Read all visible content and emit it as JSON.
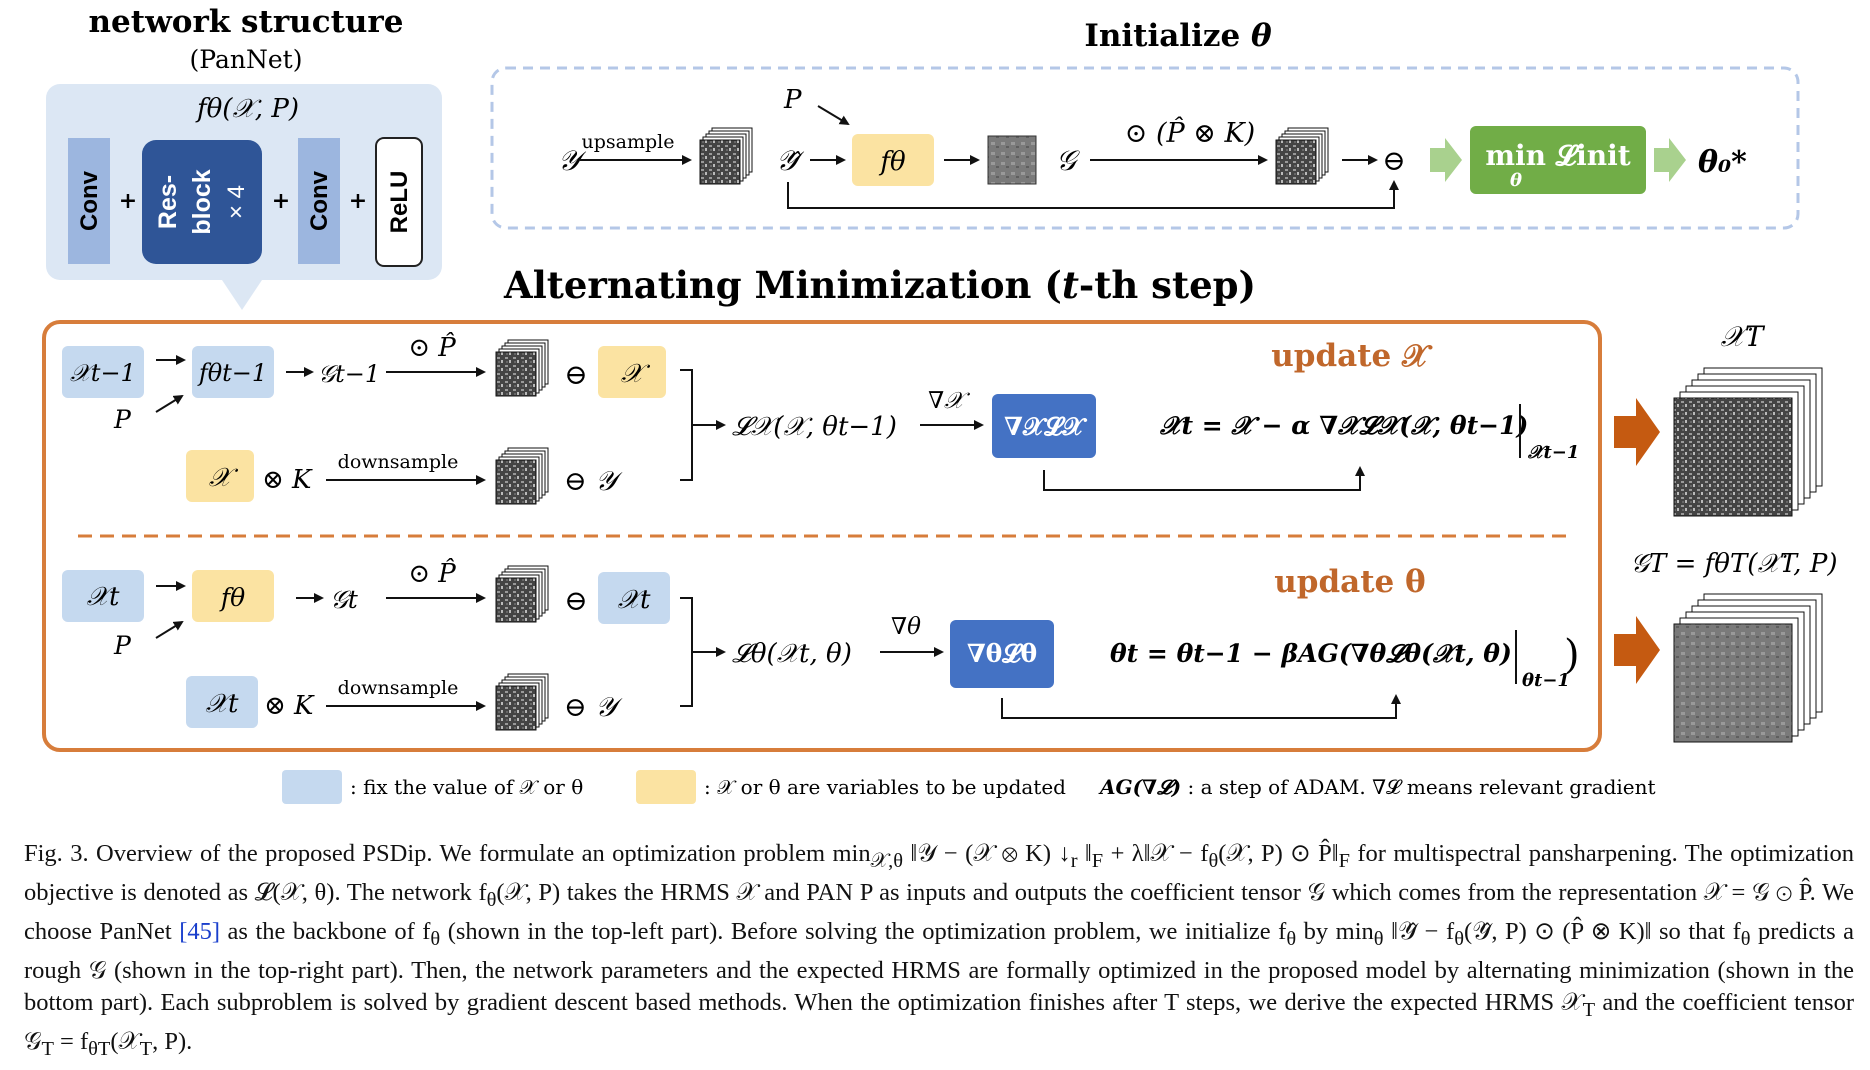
{
  "network_panel": {
    "title": "network structure",
    "subtitle": "(PanNet)",
    "func": "fθ(𝒳, P)",
    "blocks": [
      "Conv",
      "Res-block × 4",
      "Conv",
      "ReLU"
    ],
    "block_line1": "Res-",
    "block_line2": "block",
    "block_line3": "× 4",
    "plus": "+",
    "colors": {
      "bg": "#dce7f4",
      "conv": "#9cb6df",
      "resblock": "#2f5597",
      "relu_border": "#222222"
    }
  },
  "init_panel": {
    "title": "Initialize θ",
    "title_prefix": "Initialize",
    "title_theta": "θ",
    "y": "𝒴",
    "upsample": "upsample",
    "p": "P",
    "y_hat": "𝒴̂",
    "f_theta": "fθ",
    "g": "𝒢",
    "op": "⊙ (P̂ ⊗ K)",
    "minus": "⊖",
    "min_label": "min 𝓛init",
    "min_sub": "θ",
    "theta0": "θ₀*",
    "colors": {
      "yellow": "#fbe3a2",
      "green": "#71ad47",
      "arrow_green": "#a9d18e",
      "dash": "#b4c7e7"
    }
  },
  "alt_panel": {
    "title": "Alternating Minimization (t-th step)",
    "title_prefix": "Alternating Minimization (",
    "title_t": "t",
    "title_suffix": "-th step)",
    "update_x": "update 𝒳",
    "update_theta": "update θ",
    "row1": {
      "x_prev": "𝒳t−1",
      "p": "P",
      "f_prev": "fθt−1",
      "g_prev": "𝒢t−1",
      "op": "⊙ P̂",
      "minus": "⊖",
      "x": "𝒳",
      "x2": "𝒳",
      "otimes_k": "⊗ K",
      "downsample": "downsample",
      "minus_y": "⊖ 𝒴",
      "loss": "𝓛𝒳(𝒳, θt−1)",
      "grad_label": "∇𝒳",
      "grad_box": "∇𝒳𝓛𝒳",
      "update_eq": "𝒳t = 𝒳 − α ∇𝒳𝓛𝒳(𝒳, θt−1)",
      "update_eq_sub": "𝒳t−1"
    },
    "row2": {
      "x_t": "𝒳t",
      "p": "P",
      "f": "fθ",
      "g_t": "𝒢t",
      "op": "⊙ P̂",
      "minus": "⊖",
      "x_t2": "𝒳t",
      "x_t3": "𝒳t",
      "otimes_k": "⊗ K",
      "downsample": "downsample",
      "minus_y": "⊖ 𝒴",
      "loss": "𝓛θ(𝒳t, θ)",
      "grad_label": "∇θ",
      "grad_box": "∇θ𝓛θ",
      "update_eq": "θt = θt−1 − βAG(∇θ𝓛θ(𝒳t, θ)",
      "update_eq_sub": "θt−1"
    },
    "colors": {
      "border": "#d77d3b",
      "blue": "#c5d9ef",
      "yellow": "#fbe3a2",
      "grad": "#4472c4",
      "update_text": "#c0672b",
      "arrow": "#c55a11"
    }
  },
  "outputs": {
    "x_T": "𝒳T",
    "g_T": "𝒢T = fθT(𝒳T, P)"
  },
  "legend": {
    "fix": ": fix the value of 𝒳 or θ",
    "update": ": 𝒳 or θ are variables to be updated",
    "ag_bold": "AG(∇𝓛)",
    "ag_text": " : a step of ADAM. ∇𝓛 means relevant gradient"
  },
  "caption": {
    "p1": "Fig. 3.   Overview of the proposed PSDip. We formulate an optimization problem min",
    "p1_sub": "𝒳,θ",
    "p1b": " ‖𝒴 − (𝒳 ⊗ K) ↓",
    "p1_r": "r",
    "p1c": " ‖",
    "p1_F1": "F",
    "p1d": " + λ‖𝒳 − f",
    "p1_theta": "θ",
    "p1e": "(𝒳, P) ⊙ P̂‖",
    "p1_F2": "F",
    "p1f": " for multispectral pansharpening. The optimization objective is denoted as 𝓛(𝒳, θ). The network f",
    "p1g": "(𝒳, P) takes the HRMS 𝒳 and PAN P as inputs and outputs the coefficient tensor 𝒢 which comes from the representation 𝒳 = 𝒢 ⊙ P̂. We choose PanNet ",
    "ref": "[45]",
    "p2": " as the backbone of f",
    "p2b": " (shown in the top-left part). Before solving the optimization problem, we initialize f",
    "p2c": " by min",
    "p2d": " ‖𝒴̂ − f",
    "p2e": "(𝒴̂, P) ⊙ (P̂ ⊗ K)‖ so that f",
    "p2f": " predicts a rough 𝒢 (shown in the top-right part). Then, the network parameters and the expected HRMS are formally optimized in the proposed model by alternating minimization (shown in the bottom part). Each subproblem is solved by gradient descent based methods. When the optimization finishes after T steps, we derive the expected HRMS 𝒳",
    "p2_T": "T",
    "p2g": " and the coefficient tensor 𝒢",
    "p2h": " = f",
    "p2_thetaT": "θT",
    "p2i": "(𝒳",
    "p2j": ", P)."
  }
}
